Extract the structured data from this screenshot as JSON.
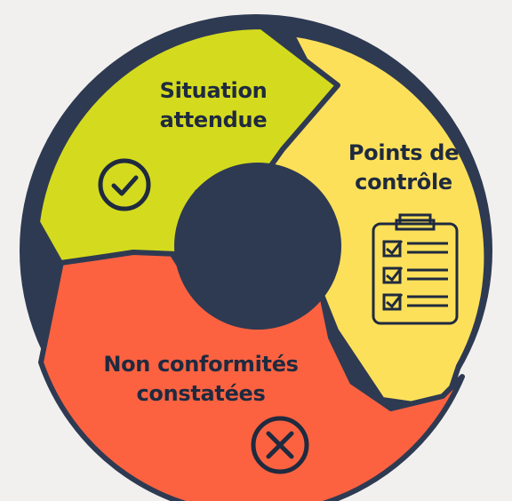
{
  "diagram": {
    "colors": {
      "background": "#f1f0ee",
      "outline": "#2e3a52",
      "center": "#2e3a52",
      "segment_top_left": "#d4db1e",
      "segment_right": "#fde05a",
      "segment_bottom": "#fc6240",
      "text": "#1f2a3f"
    },
    "segments": [
      {
        "label_line1": "Situation",
        "label_line2": "attendue",
        "icon": "check-circle-icon"
      },
      {
        "label_line1": "Points de",
        "label_line2": "contrôle",
        "icon": "clipboard-checklist-icon"
      },
      {
        "label_line1": "Non conformités",
        "label_line2": "constatées",
        "icon": "x-circle-icon"
      }
    ]
  }
}
